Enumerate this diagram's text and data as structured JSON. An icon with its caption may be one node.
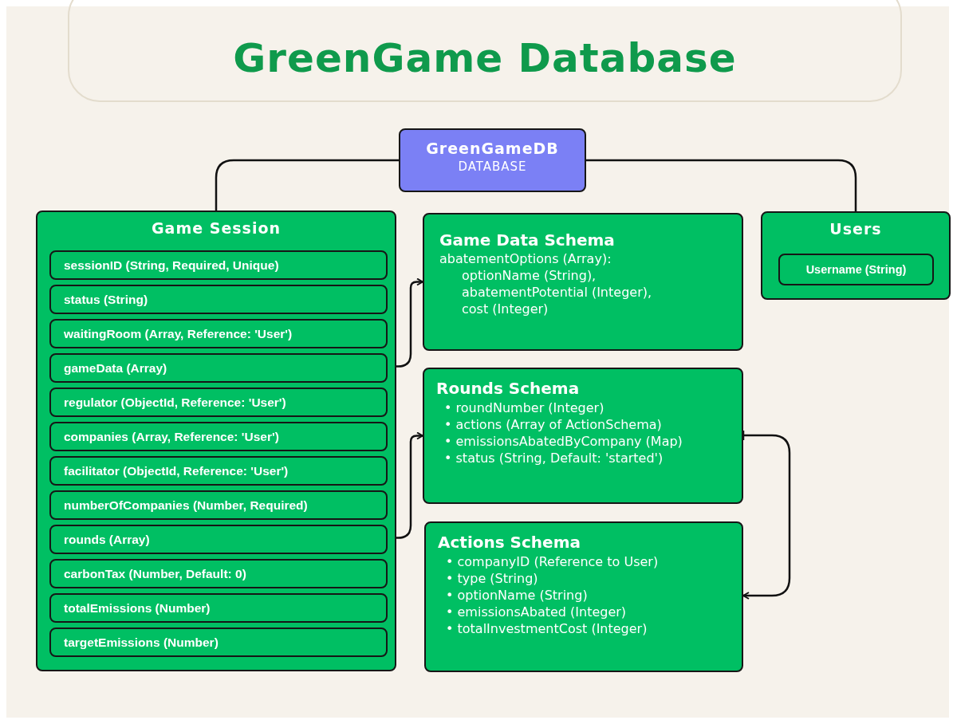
{
  "diagram": {
    "title": "GreenGame Database",
    "nodes": [
      {
        "text": [
          "GreenGameDB",
          "DATABASE"
        ]
      },
      {
        "text": [
          "Game Session"
        ]
      },
      {
        "text": [
          "sessionID (String, Required, Unique)"
        ],
        "in": 1
      },
      {
        "text": [
          "status (String)"
        ],
        "in": 1
      },
      {
        "text": [
          "waitingRoom (Array, Reference: 'User')"
        ],
        "in": 1
      },
      {
        "text": [
          "gameData (Array)"
        ],
        "in": 1
      },
      {
        "text": [
          "regulator (ObjectId, Reference: 'User')"
        ],
        "in": 1
      },
      {
        "text": [
          "companies (Array, Reference: 'User')"
        ],
        "in": 1
      },
      {
        "text": [
          "facilitator (ObjectId, Reference: 'User')"
        ],
        "in": 1
      },
      {
        "text": [
          "numberOfCompanies (Number, Required)"
        ],
        "in": 1
      },
      {
        "text": [
          "rounds (Array)"
        ],
        "in": 1
      },
      {
        "text": [
          "carbonTax (Number, Default: 0)"
        ],
        "in": 1
      },
      {
        "text": [
          "totalEmissions (Number)"
        ],
        "in": 1
      },
      {
        "text": [
          "targetEmissions (Number)"
        ],
        "in": 1
      },
      {
        "text": [
          "Game Data Schema",
          "abatementOptions (Array):",
          "optionName (String),",
          "abatementPotential (Integer),",
          "cost (Integer)"
        ]
      },
      {
        "text": [
          "Rounds Schema",
          "• roundNumber (Integer)",
          "• actions (Array of ActionSchema)",
          "• emissionsAbatedByCompany (Map)",
          "• status (String, Default: 'started')"
        ]
      },
      {
        "text": [
          "Actions Schema",
          "• companyID (Reference to User)",
          "• type (String)",
          "• optionName (String)",
          "• emissionsAbated (Integer)",
          "• totalInvestmentCost (Integer)"
        ]
      },
      {
        "text": [
          "Users"
        ]
      },
      {
        "text": [
          "Username (String)"
        ],
        "in": 17
      }
    ],
    "edges": [
      {
        "from": 0,
        "to": 1,
        "arrow": "none"
      },
      {
        "from": 0,
        "to": 17,
        "arrow": "none"
      },
      {
        "from": 5,
        "to": 14,
        "arrow": "to"
      },
      {
        "from": 10,
        "to": 15,
        "arrow": "to"
      },
      {
        "from": 15,
        "to": 16,
        "arrow": "to"
      }
    ]
  }
}
